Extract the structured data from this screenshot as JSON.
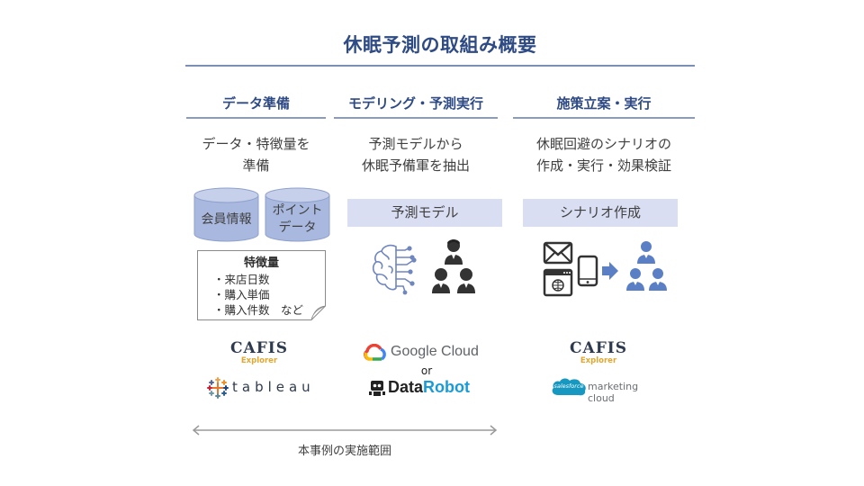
{
  "title": "休眠予測の取組み概要",
  "colors": {
    "heading": "#2f4b84",
    "rule": "#8d9bb5",
    "banner_bg": "#d9def2",
    "cylinder_fill": "#a9b8de",
    "cylinder_top": "#c6d0ea",
    "icon_blue": "#5b7fc4",
    "icon_dark": "#333333"
  },
  "columns": [
    {
      "heading": "データ準備",
      "description": [
        "データ・特徴量を",
        "準備"
      ],
      "databases": [
        {
          "label_lines": [
            "会員情報"
          ]
        },
        {
          "label_lines": [
            "ポイント",
            "データ"
          ]
        }
      ],
      "features_note": {
        "title": "特徴量",
        "items": [
          "・来店日数",
          "・購入単価",
          "・購入件数　など"
        ]
      },
      "tools": [
        {
          "name": "CAFIS",
          "sub": "Explorer"
        },
        {
          "name": "tableau",
          "icon": "tableau-cross-icon"
        }
      ]
    },
    {
      "heading": "モデリング・予測実行",
      "description": [
        "予測モデルから",
        "休眠予備軍を抽出"
      ],
      "banner": "予測モデル",
      "icons": [
        "brain-circuit-icon",
        "people-group-icon"
      ],
      "tools": [
        {
          "name": "Google Cloud",
          "icon": "google-cloud-icon"
        },
        {
          "separator": "or"
        },
        {
          "name_parts": [
            "Data",
            "Robot"
          ],
          "icon": "datarobot-icon"
        }
      ]
    },
    {
      "heading": "施策立案・実行",
      "description": [
        "休眠回避のシナリオの",
        "作成・実行・効果検証"
      ],
      "banner": "シナリオ作成",
      "icons": [
        "email-icon",
        "browser-icon",
        "smartphone-icon",
        "arrow-right-icon",
        "people-group-icon"
      ],
      "tools": [
        {
          "name": "CAFIS",
          "sub": "Explorer"
        },
        {
          "badge": "salesforce",
          "name": "marketing cloud"
        }
      ]
    }
  ],
  "scope": {
    "label": "本事例の実施範囲",
    "spans_columns": [
      "データ準備",
      "モデリング・予測実行"
    ]
  }
}
